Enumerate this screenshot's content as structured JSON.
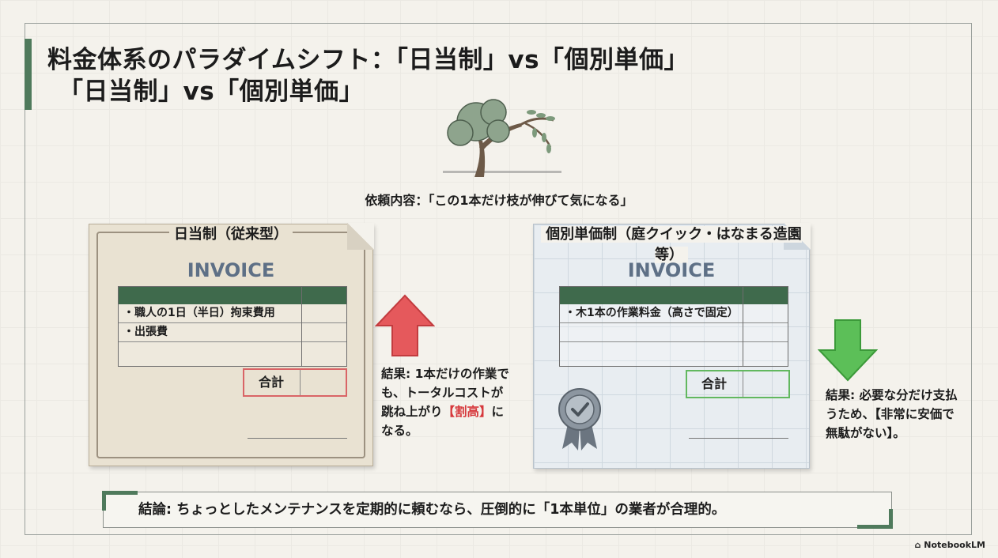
{
  "title": {
    "line1": "料金体系のパラダイムシフト：「日当制」vs「個別単価」",
    "line2": "「日当制」vs「個別単価」"
  },
  "request": "依頼内容：「この1本だけ枝が伸びて気になる」",
  "left_card": {
    "label": "日当制（従来型）",
    "invoice_title": "INVOICE",
    "items": [
      "・職人の1日（半日）拘束費用",
      "・出張費"
    ],
    "total_label": "合計",
    "result_prefix": "結果: 1本だけの作業でも、トータルコストが跳ね上がり",
    "result_highlight": "【割高】",
    "result_suffix": "になる。",
    "arrow_color": "#e5595c"
  },
  "right_card": {
    "label": "個別単価制（庭クイック・はなまる造園等）",
    "invoice_title": "INVOICE",
    "items": [
      "・木1本の作業料金（高さで固定）"
    ],
    "total_label": "合計",
    "result": "結果: 必要な分だけ支払うため、【非常に安価で無駄がない】。",
    "arrow_color": "#5cbf58"
  },
  "conclusion": "結論: ちょっとしたメンテナンスを定期的に頼むなら、圧倒的に「1本単位」の業者が合理的。",
  "brand": "NotebookLM",
  "icons": {
    "tree": "tree-icon",
    "badge": "certified-badge-icon",
    "up": "arrow-up-icon",
    "down": "arrow-down-icon",
    "brand": "notebooklm-logo-icon"
  }
}
